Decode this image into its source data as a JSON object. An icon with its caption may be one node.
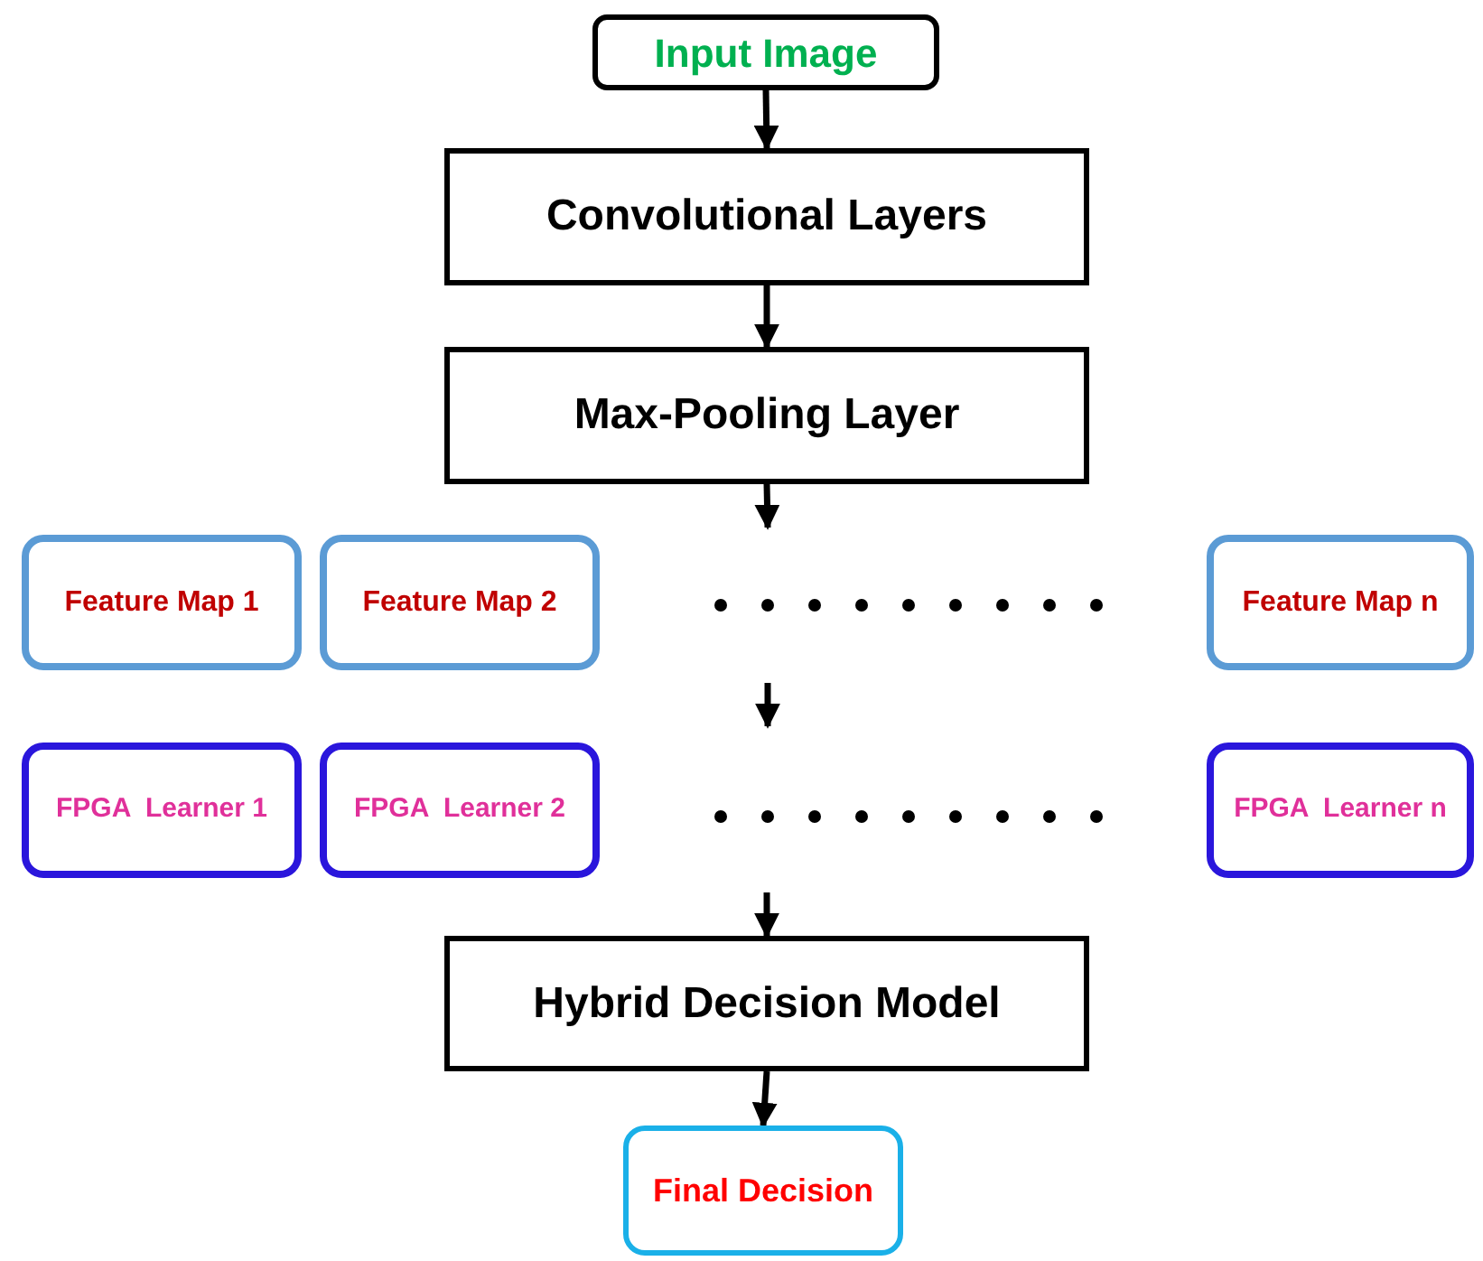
{
  "diagram": {
    "nodes": [
      {
        "text": [
          "Input Image"
        ]
      },
      {
        "text": [
          "Convolutional Layers"
        ]
      },
      {
        "text": [
          "Max-Pooling Layer"
        ]
      },
      {
        "text": [
          "Feature Map 1"
        ]
      },
      {
        "text": [
          "Feature Map 2"
        ]
      },
      {
        "text": [
          "Feature Map n"
        ]
      },
      {
        "text": [
          "FPGA  Learner 1"
        ]
      },
      {
        "text": [
          "FPGA  Learner 2"
        ]
      },
      {
        "text": [
          "FPGA  Learner n"
        ]
      },
      {
        "text": [
          "Hybrid Decision Model"
        ]
      },
      {
        "text": [
          "Final Decision"
        ]
      }
    ],
    "edges": [
      {
        "from": 0,
        "to": 1,
        "arrow": "to"
      },
      {
        "from": 1,
        "to": 2,
        "arrow": "to"
      },
      {
        "from": 2,
        "to": null,
        "arrow": "to"
      },
      {
        "from": null,
        "to": 9,
        "arrow": "to"
      },
      {
        "from": 9,
        "to": 10,
        "arrow": "to"
      }
    ]
  }
}
